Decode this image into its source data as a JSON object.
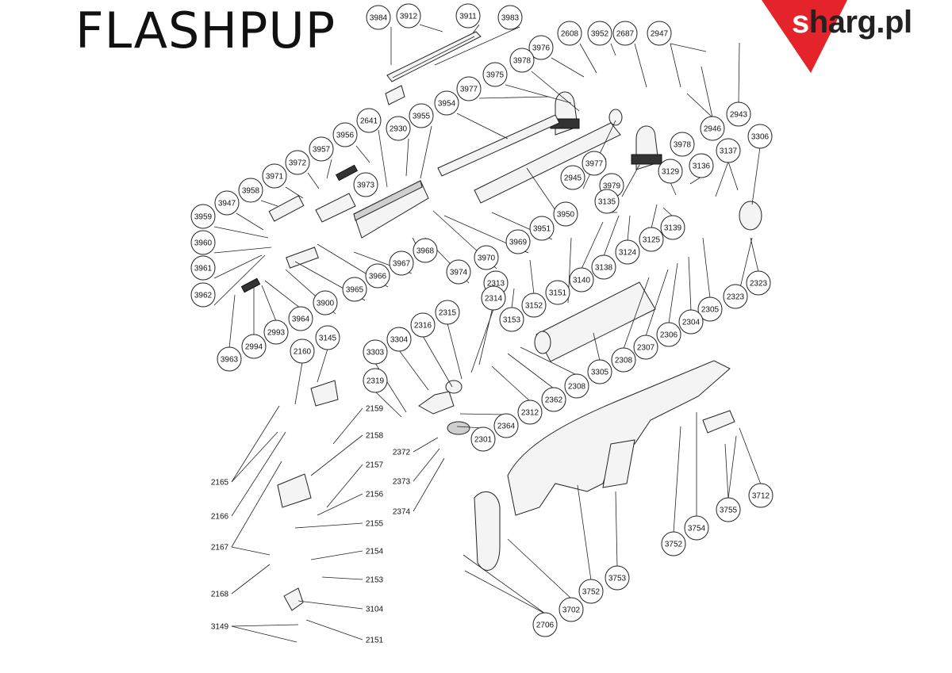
{
  "title": "FLASHPUP",
  "logo": {
    "first_letter": "s",
    "rest": "harg.pl",
    "accent_color": "#e5232a"
  },
  "callouts": [
    "3984",
    "3912",
    "3911",
    "3983",
    "3976",
    "2608",
    "3952",
    "2687",
    "2947",
    "3978",
    "3975",
    "3977",
    "3954",
    "3955",
    "2641",
    "2930",
    "3956",
    "3957",
    "3972",
    "3971",
    "3973",
    "3958",
    "3947",
    "3959",
    "3960",
    "3961",
    "3962",
    "2943",
    "2946",
    "3978",
    "3137",
    "3306",
    "3977",
    "2945",
    "3979",
    "3129",
    "3136",
    "3135",
    "3950",
    "3951",
    "3969",
    "3970",
    "3968",
    "3967",
    "3974",
    "3966",
    "3965",
    "3900",
    "3964",
    "2993",
    "2994",
    "3963",
    "3145",
    "2160",
    "3139",
    "3125",
    "3124",
    "3138",
    "3140",
    "3151",
    "3152",
    "2313",
    "3153",
    "2314",
    "2315",
    "2316",
    "3304",
    "3303",
    "2319",
    "2323",
    "2323",
    "2305",
    "2304",
    "2306",
    "2307",
    "2308",
    "3305",
    "2308",
    "2362",
    "2312",
    "2364",
    "2301",
    "3712",
    "3755",
    "3754",
    "3752",
    "3753",
    "3752",
    "3702",
    "2706"
  ],
  "bare_labels": [
    "2159",
    "2158",
    "2157",
    "2156",
    "2155",
    "2154",
    "2153",
    "3104",
    "2151",
    "2165",
    "2166",
    "2167",
    "2168",
    "3149",
    "2372",
    "2373",
    "2374"
  ]
}
